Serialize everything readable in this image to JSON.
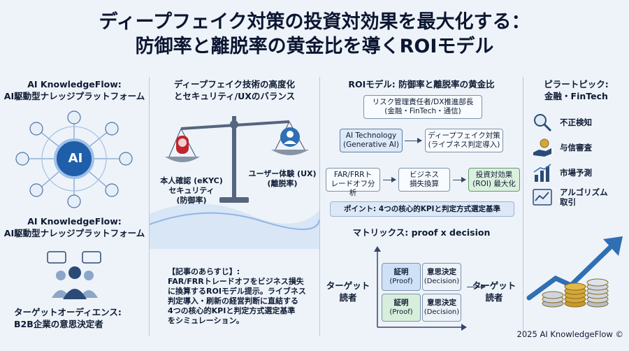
{
  "title_line1": "ディープフェイク対策の投資対効果を最大化する：",
  "title_line2": "防御率と離脱率の黄金比を導くROIモデル",
  "left": {
    "brand_top_1": "AI KnowledgeFlow:",
    "brand_top_2": "AI駆動型ナレッジプラットフォーム",
    "ai_badge": "AI",
    "brand_mid_1": "AI KnowledgeFlow:",
    "brand_mid_2": "AI駆動型ナレッジプラットフォーム",
    "audience_1": "ターゲットオーディエンス:",
    "audience_2": "B2B企業の意思決定者"
  },
  "balance": {
    "heading_1": "ディープフェイク技術の高度化",
    "heading_2": "とセキュリティ/UXのバランス",
    "left_label_1": "本人確認 (eKYC)",
    "left_label_2": "セキュリティ",
    "left_label_3": "(防御率)",
    "right_label_1": "ユーザー体験 (UX)",
    "right_label_2": "(離脱率)",
    "summary_title": "【記事のあらすじ】:",
    "summary_1": "FAR/FRRトレードオフをビジネス損失",
    "summary_2": "に換算するROIモデル提示。ライブネス",
    "summary_3": "判定導入・刷新の経営判断に直結する",
    "summary_4": "4つの核心的KPIと判定方式選定基準",
    "summary_5": "をシミュレーション。"
  },
  "roi": {
    "heading": "ROIモデル: 防御率と離脱率の黄金比",
    "top_box_1": "リスク管理責任者/DX推進部長",
    "top_box_2": "(金融・FinTech・通信)",
    "ai_box_1": "AI Technology",
    "ai_box_2": "(Generative AI)",
    "df_box_1": "ディープフェイク対策",
    "df_box_2": "(ライブネス判定導入)",
    "far_box_1": "FAR/FRRト",
    "far_box_2": "レードオフ分析",
    "biz_box_1": "ビジネス",
    "biz_box_2": "損失換算",
    "inv_box_1": "投資対効果",
    "inv_box_2": "(ROI) 最大化",
    "point": "ポイント: 4つの核心的KPIと判定方式選定基準",
    "matrix_title": "マトリックス: proof x decision",
    "target_left_1": "ターゲット",
    "target_left_2": "読者",
    "target_right_1": "ターゲット",
    "target_right_2": "読者",
    "cells": [
      {
        "main": "証明",
        "sub": "(Proof)"
      },
      {
        "main": "意思決定",
        "sub": "(Decision)"
      },
      {
        "main": "証明",
        "sub": "(Proof)"
      },
      {
        "main": "意思決定",
        "sub": "(Decision)"
      }
    ]
  },
  "pillar": {
    "heading_1": "ピラートピック:",
    "heading_2": "金融・FinTech",
    "items": [
      {
        "label_1": "不正検知",
        "label_2": "",
        "icon": "magnifier-icon"
      },
      {
        "label_1": "与信審査",
        "label_2": "",
        "icon": "hand-coin-icon"
      },
      {
        "label_1": "市場予測",
        "label_2": "",
        "icon": "bar-chart-icon"
      },
      {
        "label_1": "アルゴリズム",
        "label_2": "取引",
        "icon": "algorithm-chart-icon"
      }
    ],
    "copyright": "2025 AI KnowledgeFlow ©"
  },
  "colors": {
    "navy": "#0e1b33",
    "accent_blue": "#2f6fb3",
    "accent_green": "#3e8d52",
    "gold": "#d4a73a"
  }
}
